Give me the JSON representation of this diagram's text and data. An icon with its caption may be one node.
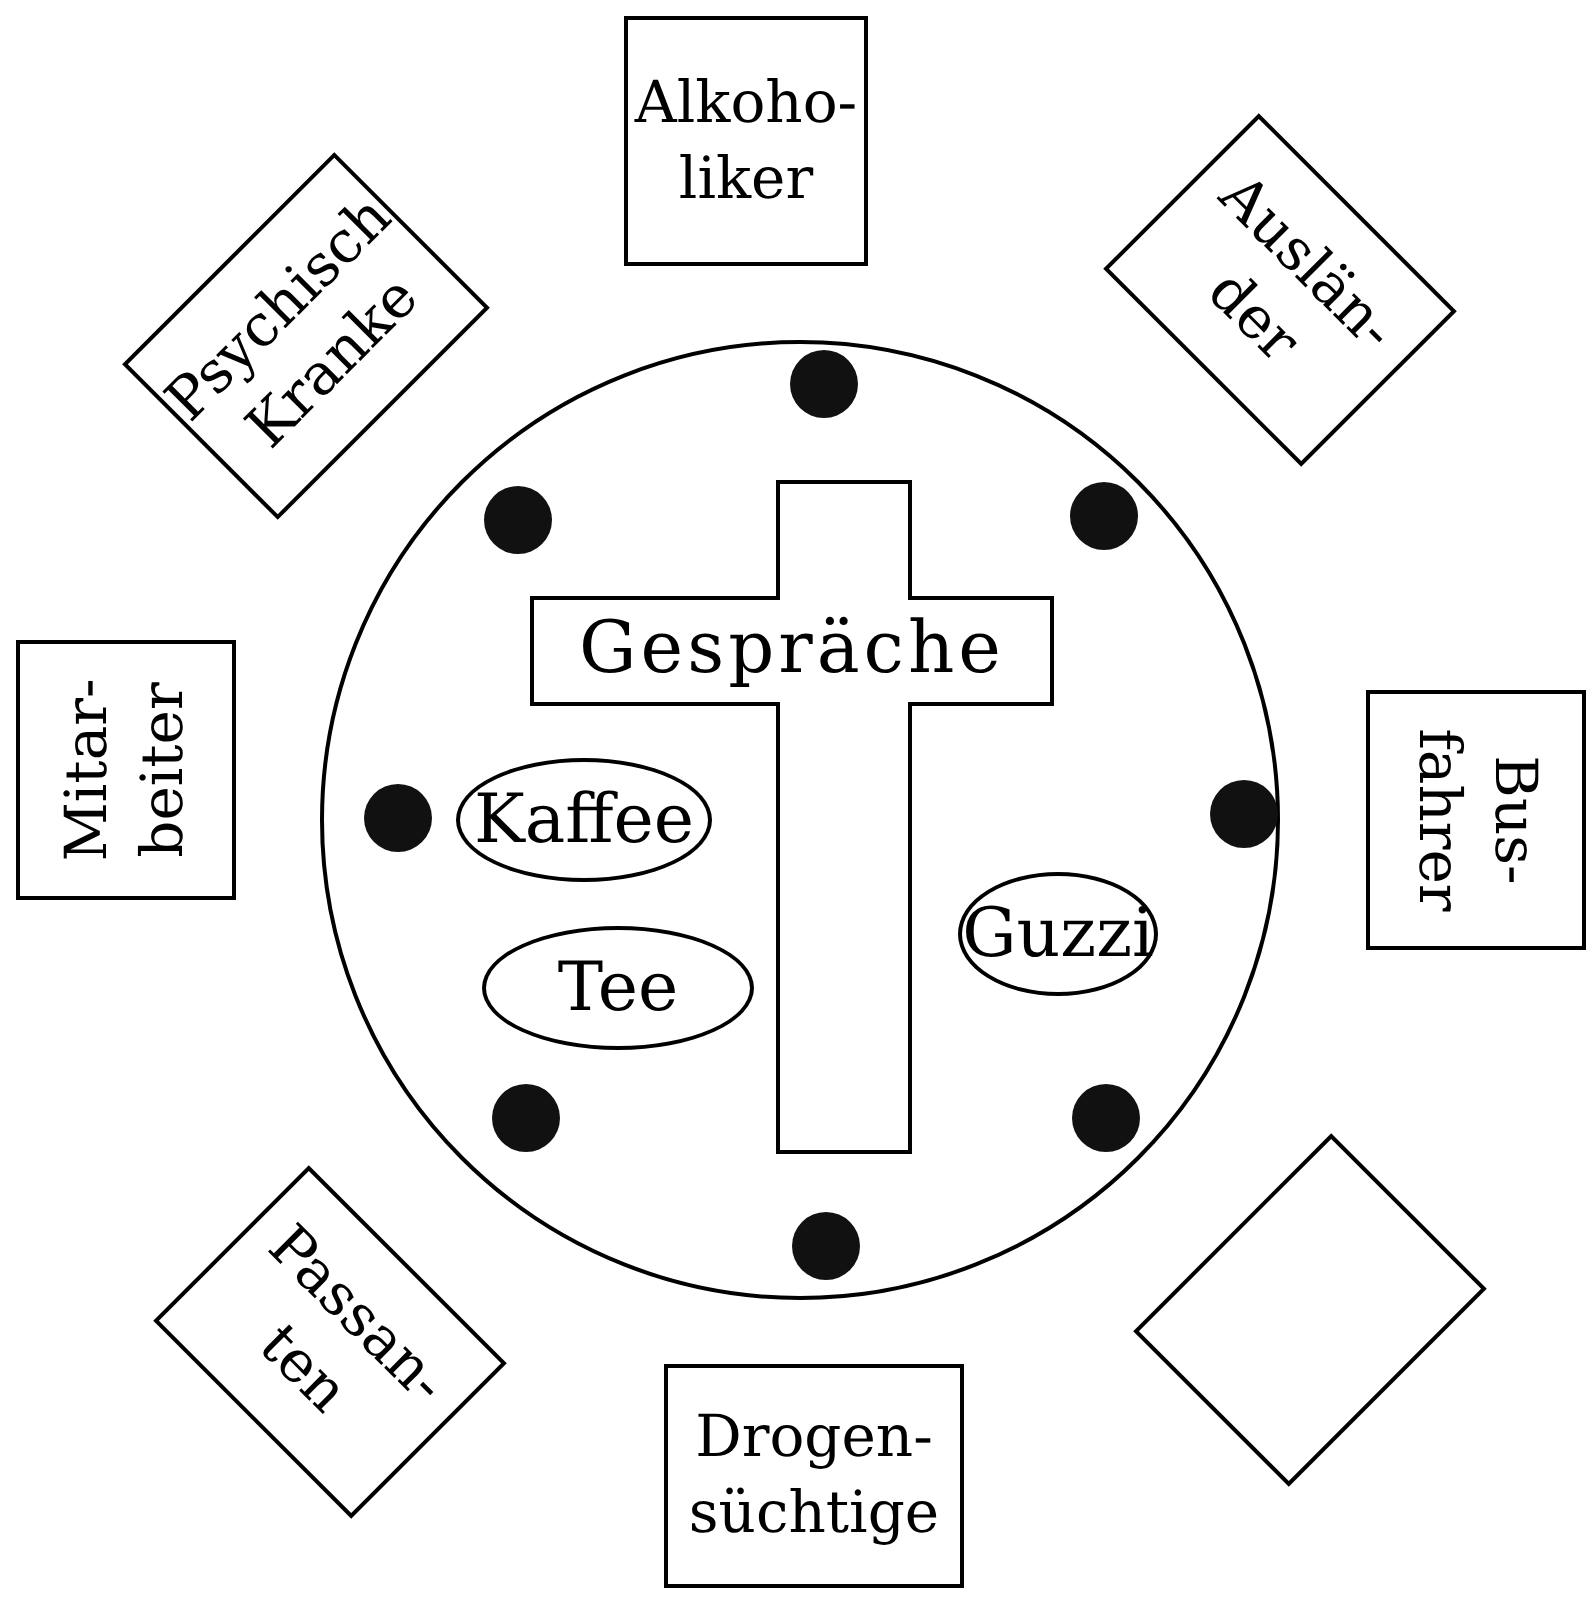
{
  "diagram": {
    "nodes": [
      {
        "text": [
          "Alkoho- liker"
        ]
      },
      {
        "text": [
          "Psychisch Kranke"
        ]
      },
      {
        "text": [
          "Auslän- der"
        ]
      },
      {
        "text": [],
        "shape": "circle"
      },
      {
        "text": [],
        "shape": "circle",
        "in": 3
      },
      {
        "text": [],
        "shape": "circle",
        "in": 3
      },
      {
        "text": [],
        "shape": "circle",
        "in": 3
      },
      {
        "text": [
          "Gespräche"
        ],
        "in": 3
      },
      {
        "text": [],
        "shape": "circle",
        "in": 3
      },
      {
        "text": [
          "Kaffee"
        ],
        "in": 3
      },
      {
        "text": [],
        "shape": "circle",
        "in": 3
      },
      {
        "text": [
          "Tee"
        ],
        "in": 3
      },
      {
        "text": [
          "Guzzi"
        ],
        "in": 3
      },
      {
        "text": [],
        "shape": "circle",
        "in": 3
      },
      {
        "text": [],
        "shape": "circle",
        "in": 3
      },
      {
        "text": [],
        "shape": "circle",
        "in": 3
      },
      {
        "text": [
          "Mitar- beiter"
        ]
      },
      {
        "text": [
          "Bus- fahrer"
        ]
      },
      {
        "text": [
          "Passan- ten"
        ]
      },
      {
        "text": [],
        "shape": "box"
      },
      {
        "text": [
          "Drogen- süchtige"
        ]
      }
    ]
  }
}
